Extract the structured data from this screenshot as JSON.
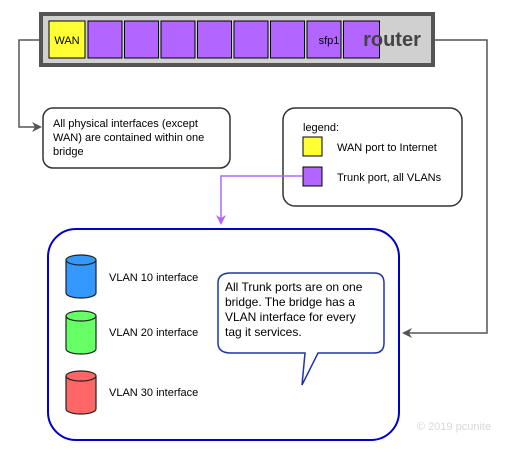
{
  "router": {
    "label": "router",
    "wan_port_label": "WAN",
    "sfp_port_label": "sfp1",
    "trunk_port_count": 7
  },
  "notes": {
    "bridge_note_lines": [
      "All physical interfaces (except",
      "WAN) are contained within one",
      "bridge"
    ]
  },
  "legend": {
    "title": "legend:",
    "items": [
      {
        "label": "WAN port to Internet",
        "color": "#ffff33"
      },
      {
        "label": "Trunk port, all VLANs",
        "color": "#b266ff"
      }
    ]
  },
  "vlans": [
    {
      "label": "VLAN 10 interface",
      "color": "#3399ff"
    },
    {
      "label": "VLAN 20 interface",
      "color": "#66ff66"
    },
    {
      "label": "VLAN 30 interface",
      "color": "#ff6666"
    }
  ],
  "callout": {
    "lines": [
      "All Trunk ports are on one",
      "bridge. The bridge has a",
      "VLAN interface for every",
      "tag it services."
    ]
  },
  "copyright": "© 2019 pcunite",
  "colors": {
    "wan": "#ffff33",
    "trunk": "#b266ff",
    "router_body": "#d0d0d0",
    "bridge_border": "#0000cc",
    "connector": "#555555",
    "legend_arrow": "#b266ff"
  }
}
